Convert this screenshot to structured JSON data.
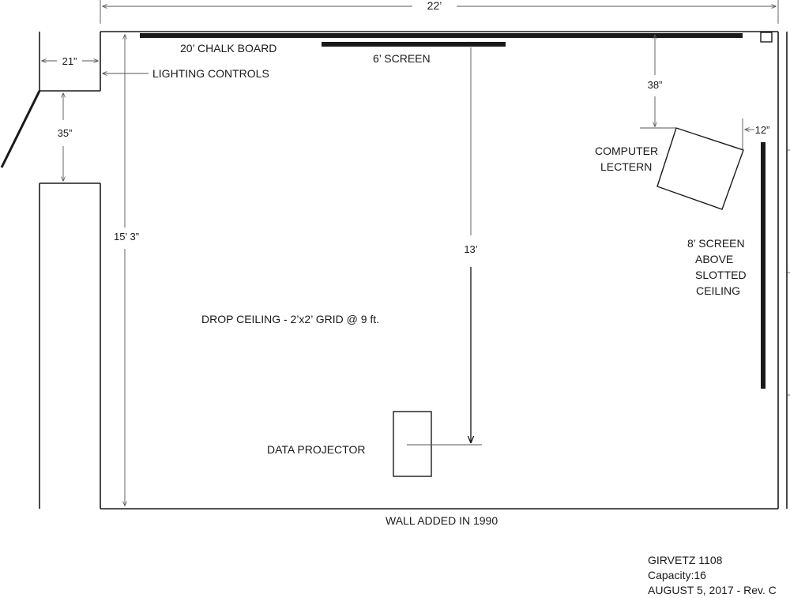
{
  "dimensions": {
    "room_width": "22’",
    "room_depth": "15’ 3”",
    "alcove_width": "21”",
    "door_opening": "35”",
    "screen_to_projector": "13’",
    "wall_to_lectern": "38”",
    "lectern_to_side_screen": "12”"
  },
  "labels": {
    "chalkboard": "20’ CHALK BOARD",
    "front_screen": "6’ SCREEN",
    "lighting_controls": "LIGHTING CONTROLS",
    "lectern_line1": "COMPUTER",
    "lectern_line2": "LECTERN",
    "side_screen_line1": "8’ SCREEN",
    "side_screen_line2": "ABOVE",
    "side_screen_line3": "SLOTTED",
    "side_screen_line4": "CEILING",
    "ceiling_note": "DROP CEILING - 2’x2’ GRID @ 9 ft.",
    "projector": "DATA PROJECTOR",
    "bottom_wall": "WALL ADDED IN 1990"
  },
  "title_block": {
    "room": "GIRVETZ 1108",
    "capacity": "Capacity:16",
    "date_revision": "AUGUST 5, 2017 - Rev. C"
  }
}
